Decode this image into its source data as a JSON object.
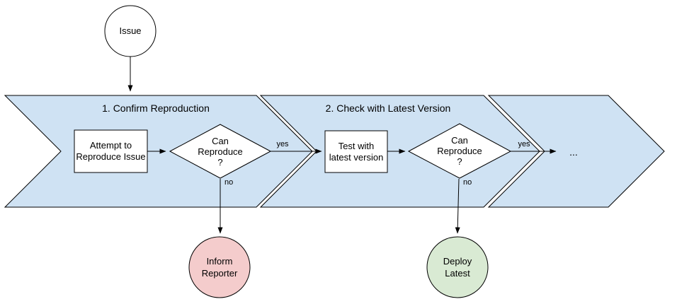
{
  "diagram": {
    "type": "flowchart",
    "start": {
      "label": "Issue"
    },
    "stages": [
      {
        "title": "1. Confirm Reproduction",
        "action": "Attempt to\nReproduce Issue",
        "decision": "Can\nReproduce\n?",
        "yes_label": "yes",
        "no_label": "no",
        "no_outcome": "Inform\nReporter"
      },
      {
        "title": "2. Check with Latest Version",
        "action": "Test with\nlatest version",
        "decision": "Can\nReproduce\n?",
        "yes_label": "yes",
        "no_label": "no",
        "no_outcome": "Deploy\nLatest"
      }
    ],
    "continuation_label": "...",
    "colors": {
      "stage_band": "#cfe2f3",
      "negative_outcome": "#f4cccc",
      "positive_outcome": "#d9ead3",
      "node_fill": "#ffffff",
      "stroke": "#000000"
    }
  }
}
